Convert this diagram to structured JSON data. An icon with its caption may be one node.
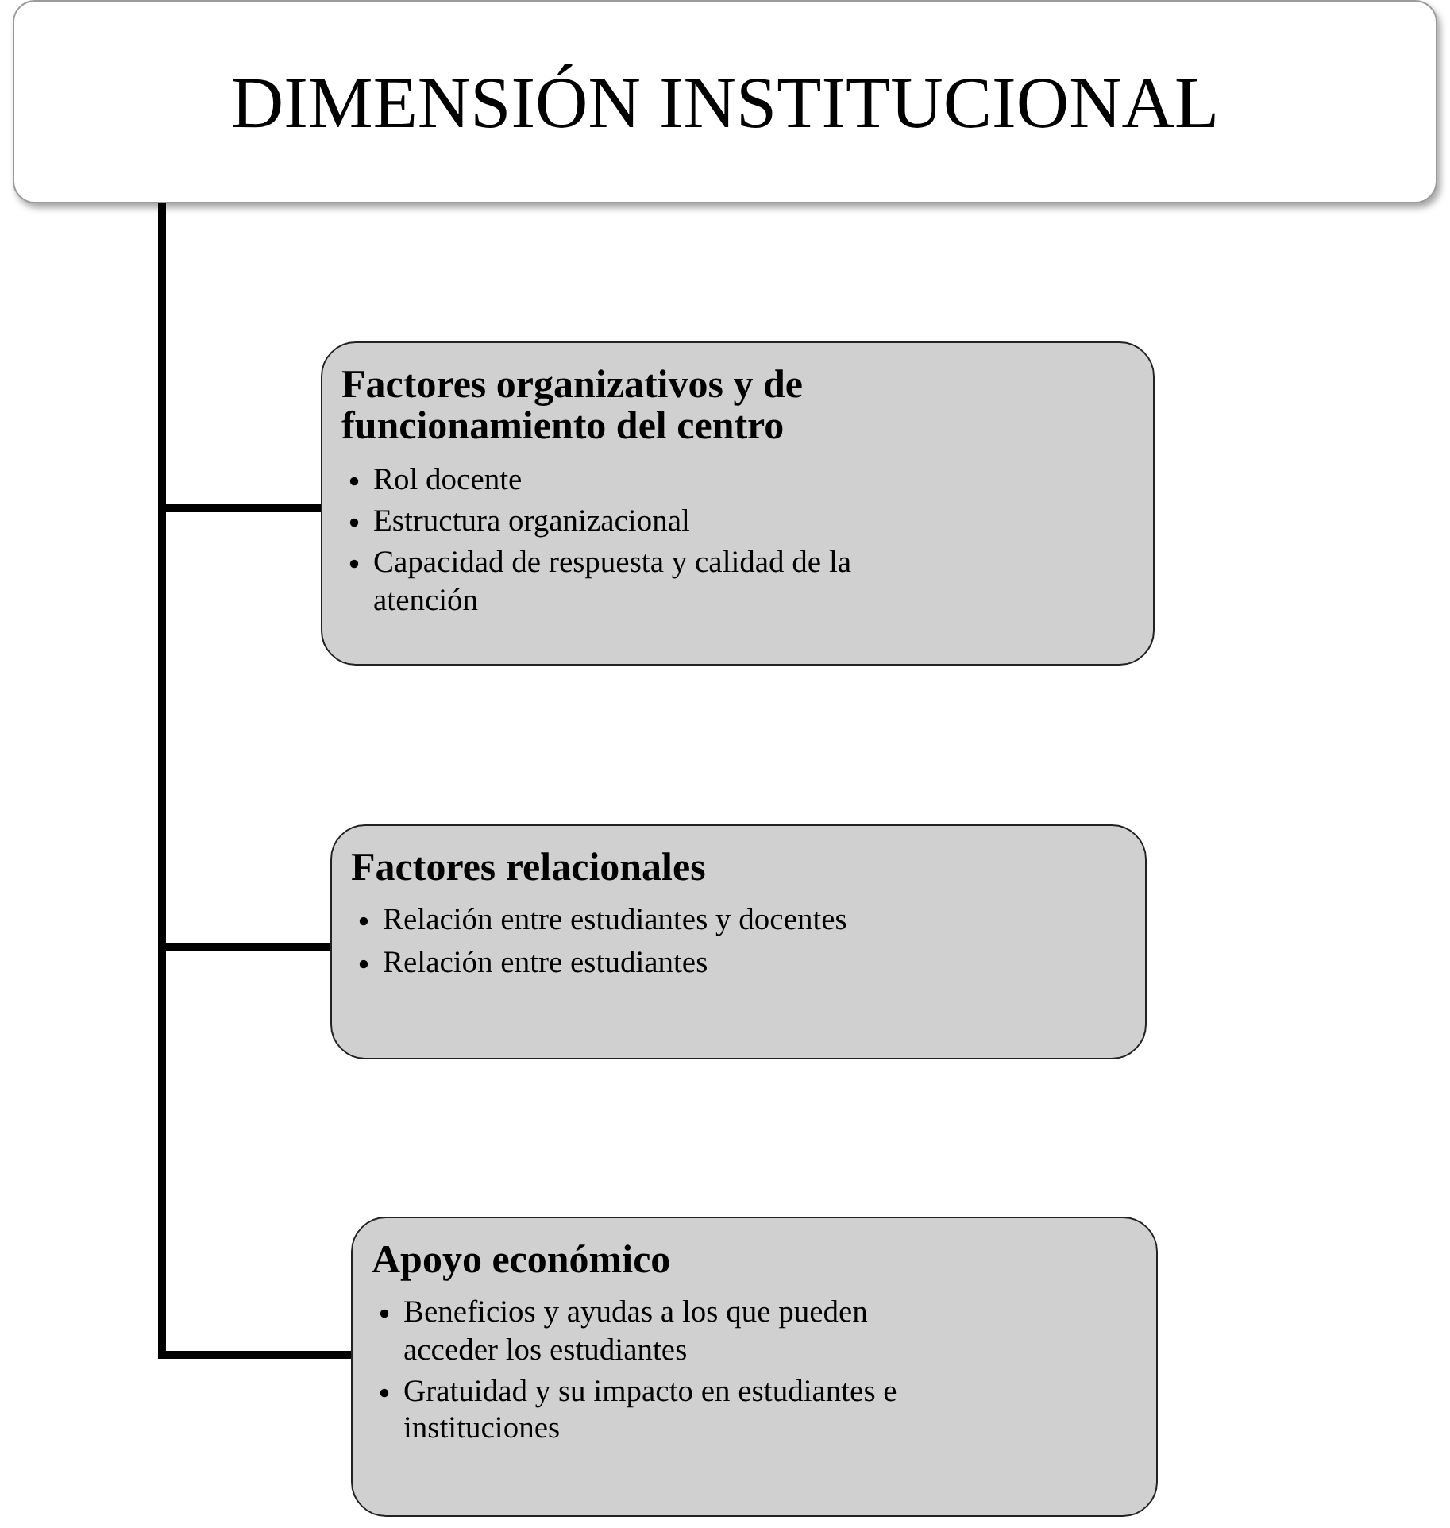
{
  "diagram": {
    "nodes": [
      {
        "text": [
          "DIMENSIÓN INSTITUCIONAL"
        ]
      },
      {
        "text": [
          "Factores organizativos y de funcionamiento del centro",
          "Rol docente",
          "Estructura organizacional",
          "Capacidad de respuesta y calidad de la atención"
        ]
      },
      {
        "text": [
          "Factores relacionales",
          "Relación entre estudiantes y docentes",
          "Relación entre estudiantes"
        ]
      },
      {
        "text": [
          "Apoyo económico",
          "Beneficios y ayudas a los que pueden acceder los estudiantes",
          "Gratuidad y su impacto en estudiantes e instituciones"
        ]
      }
    ],
    "edges": [
      {
        "from": 0,
        "to": 1,
        "arrow": "none"
      },
      {
        "from": 0,
        "to": 2,
        "arrow": "none"
      },
      {
        "from": 0,
        "to": 3,
        "arrow": "none"
      }
    ]
  }
}
